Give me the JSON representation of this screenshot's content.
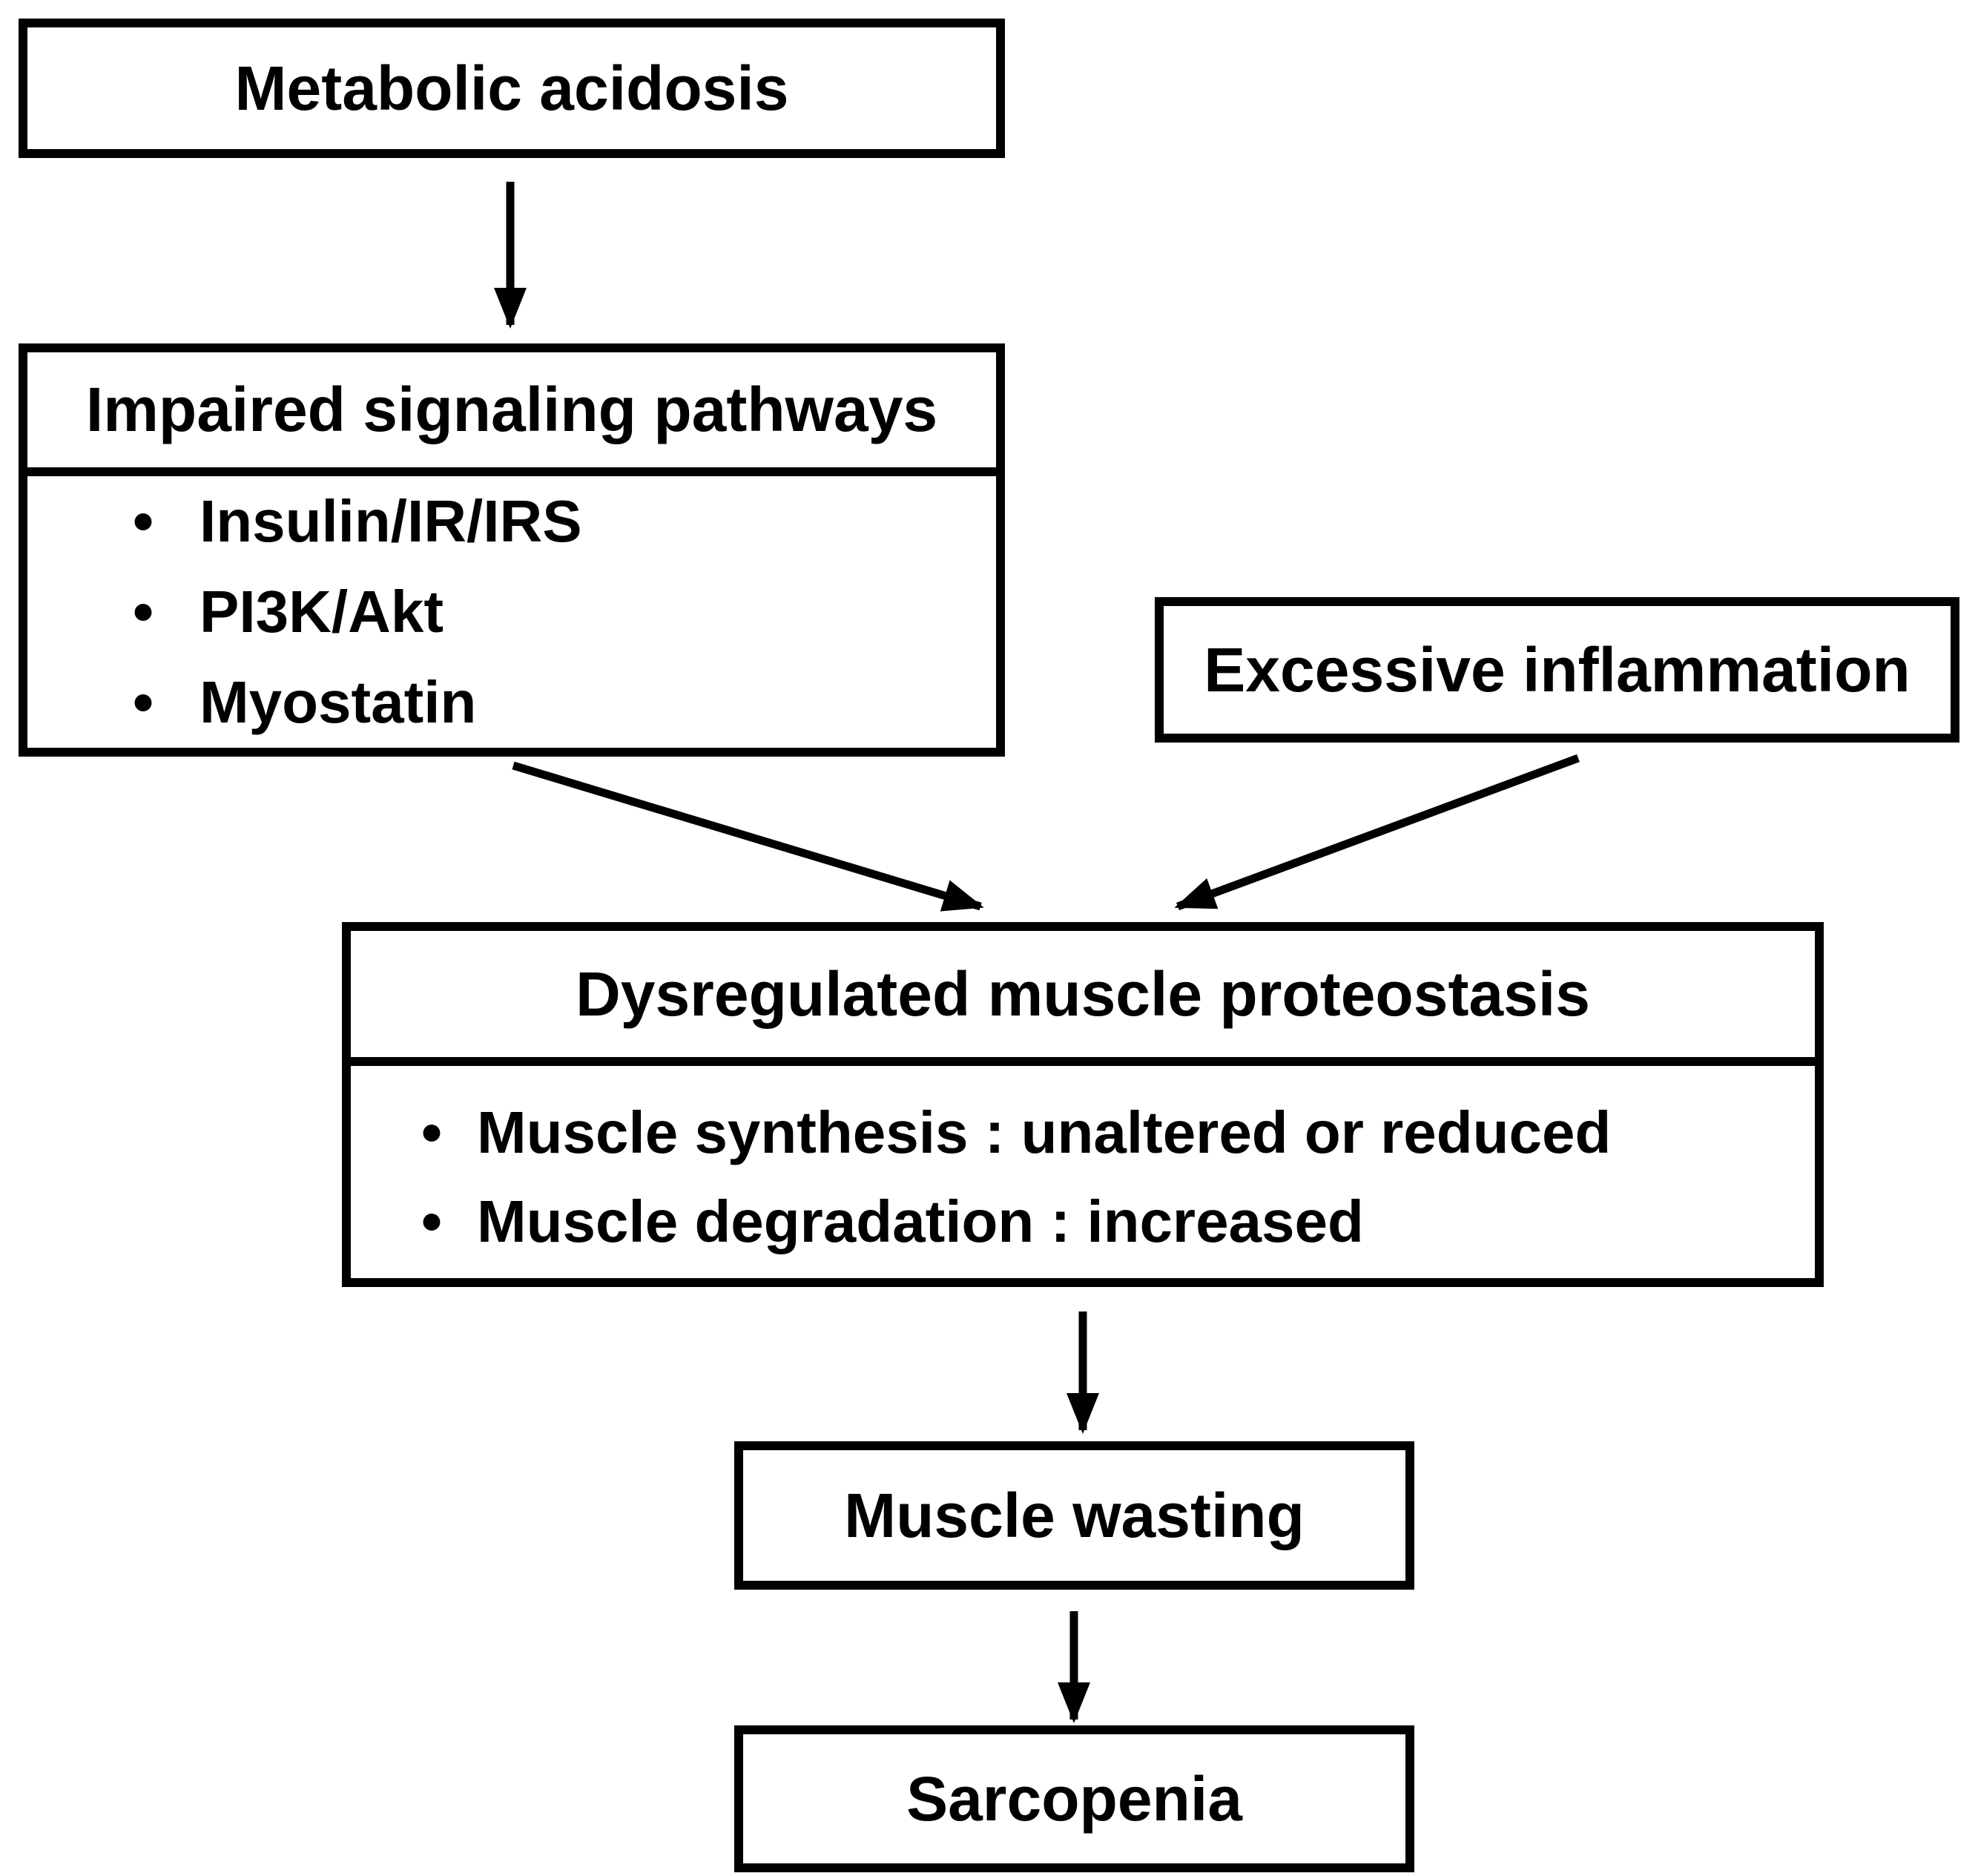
{
  "figure": {
    "background_color": "#ffffff",
    "line_color": "#000000",
    "text_color": "#000000",
    "nodes": {
      "metabolic_acidosis": {
        "title": "Metabolic acidosis"
      },
      "impaired_signaling_pathways": {
        "title": "Impaired signaling pathways",
        "bullets": [
          "Insulin/IR/IRS",
          "PI3K/Akt",
          "Myostatin"
        ]
      },
      "excessive_inflammation": {
        "title": "Excessive inflammation"
      },
      "dysregulated_muscle_proteostasis": {
        "title": "Dysregulated muscle proteostasis",
        "bullets": [
          "Muscle synthesis : unaltered or reduced",
          "Muscle degradation : increased"
        ]
      },
      "muscle_wasting": {
        "title": "Muscle wasting"
      },
      "sarcopenia": {
        "title": "Sarcopenia"
      }
    },
    "edges": [
      {
        "from": "metabolic_acidosis",
        "to": "impaired_signaling_pathways"
      },
      {
        "from": "impaired_signaling_pathways",
        "to": "dysregulated_muscle_proteostasis"
      },
      {
        "from": "excessive_inflammation",
        "to": "dysregulated_muscle_proteostasis"
      },
      {
        "from": "dysregulated_muscle_proteostasis",
        "to": "muscle_wasting"
      },
      {
        "from": "muscle_wasting",
        "to": "sarcopenia"
      }
    ]
  }
}
